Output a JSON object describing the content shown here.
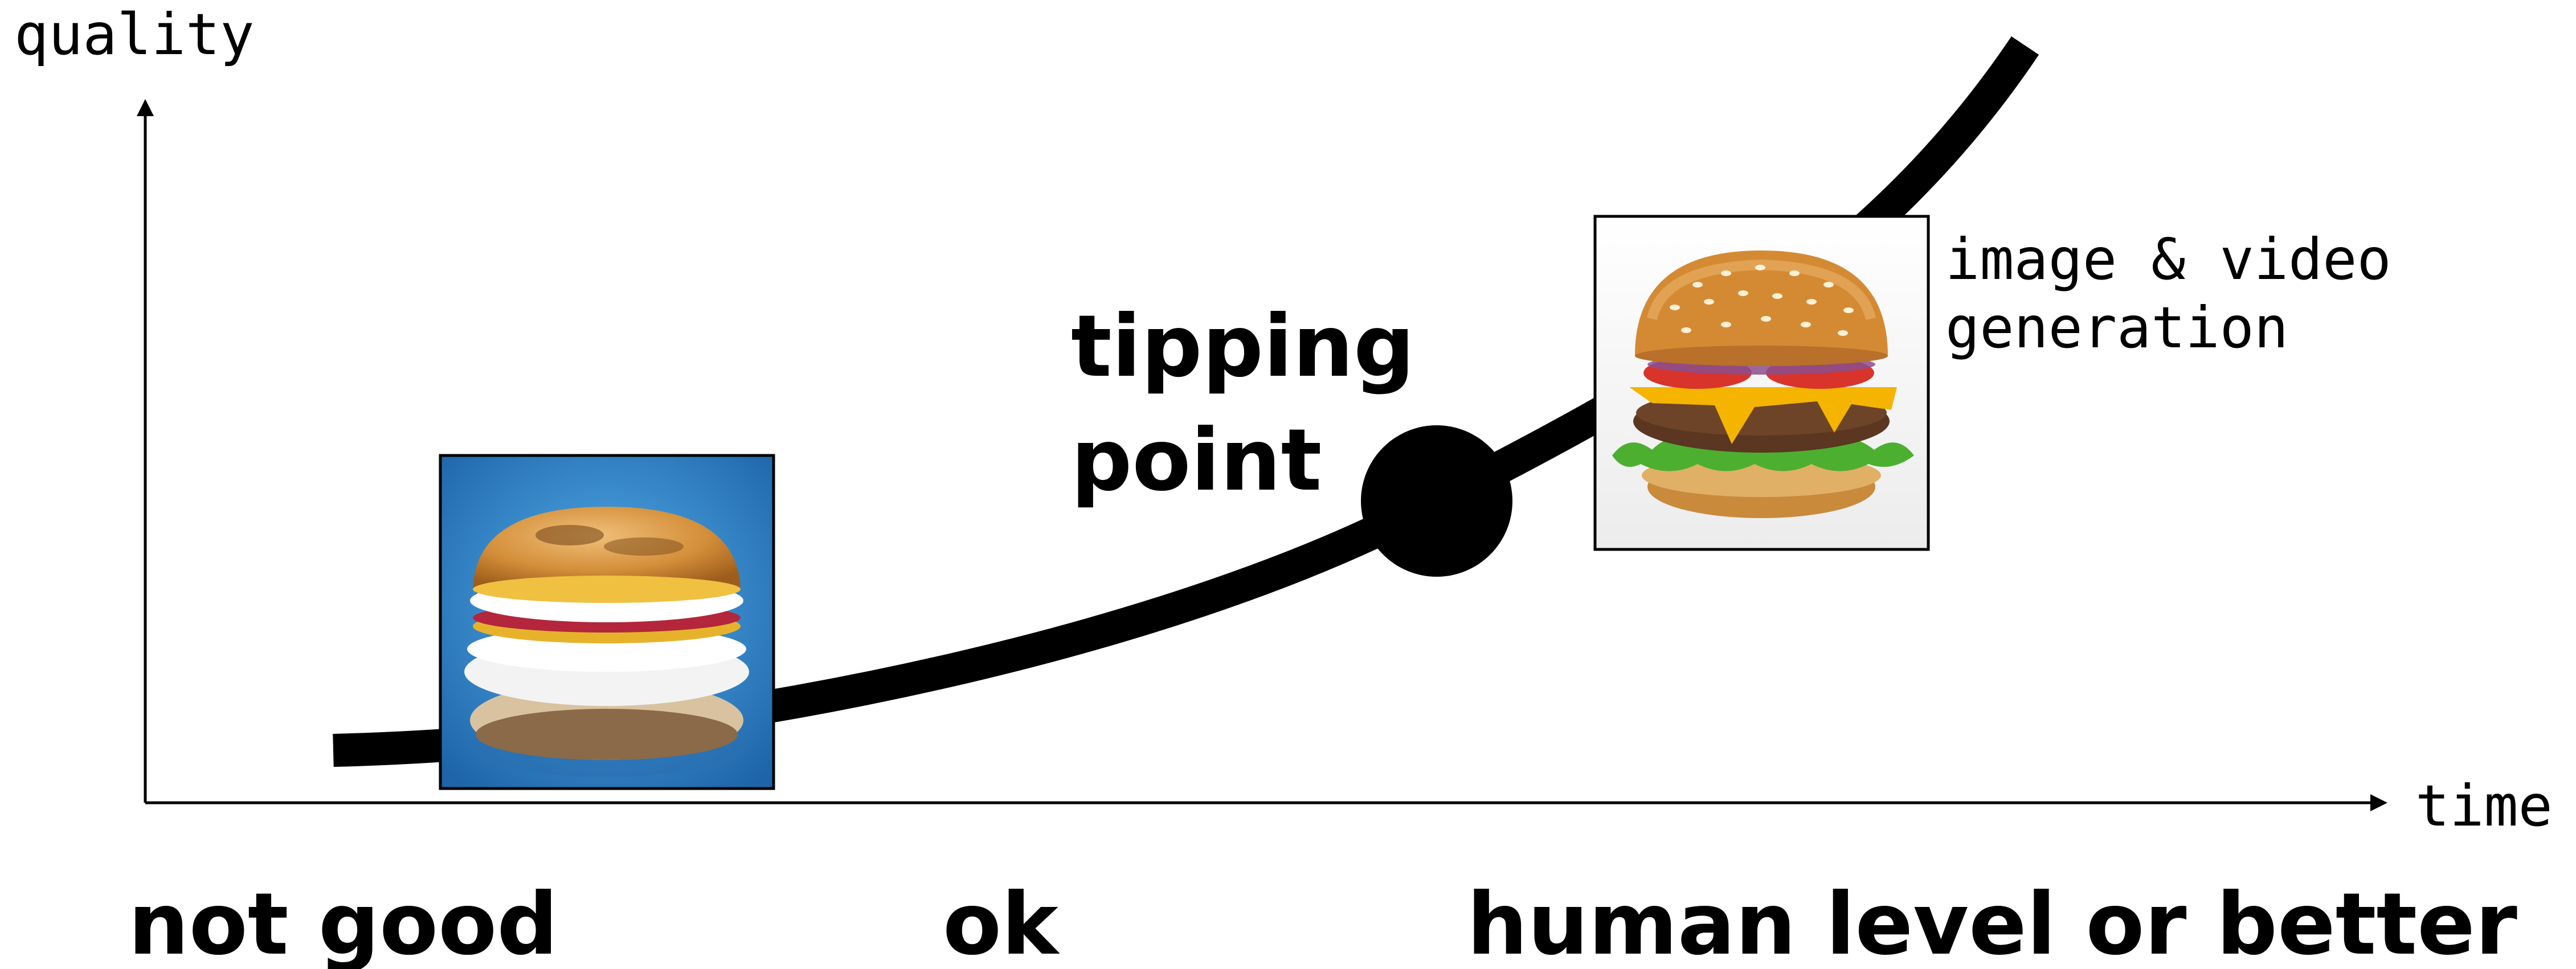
{
  "axes": {
    "y_label": "quality",
    "x_label": "time"
  },
  "annotations": {
    "tipping_line1": "tipping",
    "tipping_line2": "point",
    "gen_line1": "image & video",
    "gen_line2": "generation"
  },
  "bottom_labels": {
    "left": "not good",
    "middle": "ok",
    "right": "human level or better"
  },
  "images": {
    "early": "blurry-burger-image",
    "late": "realistic-burger-image"
  },
  "colors": {
    "ink": "#000000",
    "early_bg": "#2f8fd6",
    "early_bg_dark": "#1c5d9a",
    "bun_top": "#d79a1a",
    "bun_golden": "#c98b2c",
    "cheese": "#f4b400",
    "tomato": "#d8342b",
    "lettuce": "#4caf2f",
    "patty": "#5b3621"
  }
}
